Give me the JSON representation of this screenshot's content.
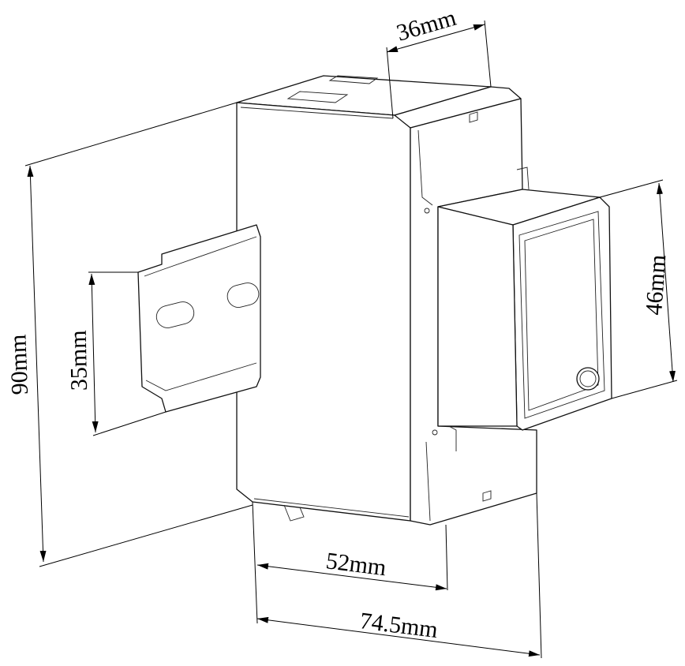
{
  "title": "DIN rail meter dimension drawing",
  "dimensions": {
    "depth_top": "36mm",
    "height": "90mm",
    "rail_height": "35mm",
    "front_height": "46mm",
    "body_depth": "52mm",
    "total_depth": "74.5mm"
  },
  "colors": {
    "line": "#111111",
    "background": "#ffffff"
  }
}
